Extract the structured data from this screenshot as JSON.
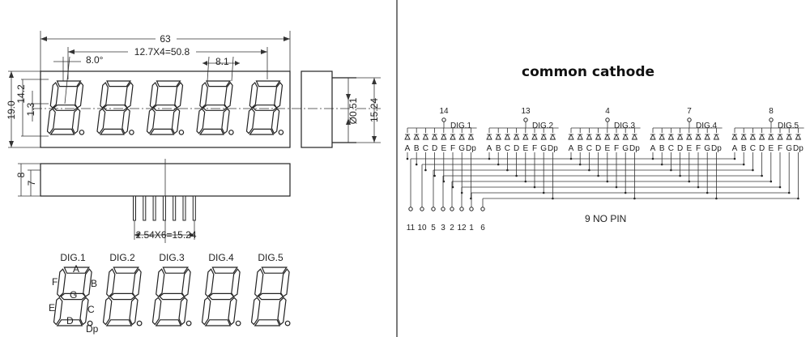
{
  "left": {
    "dims": {
      "overall_width": "63",
      "pitch": "12.7X4=50.8",
      "slant1": "8.0°",
      "slant2": "8.1",
      "height": "19.0",
      "digit_height": "14.2",
      "offset": "1.3",
      "pin_dia": "Ø0.51",
      "row_spacing": "15.24",
      "depth1": "8",
      "depth2": "7",
      "pin_pitch": "2.54X6=15.24"
    },
    "digit_labels": [
      "DIG.1",
      "DIG.2",
      "DIG.3",
      "DIG.4",
      "DIG.5"
    ],
    "segments": {
      "a": "A",
      "b": "B",
      "c": "C",
      "d": "D",
      "e": "E",
      "f": "F",
      "g": "G",
      "dp": "Dp"
    }
  },
  "right": {
    "title": "common cathode",
    "digits": [
      {
        "pin": "14",
        "label": "DIG.1"
      },
      {
        "pin": "13",
        "label": "DIG.2"
      },
      {
        "pin": "4",
        "label": "DIG.3"
      },
      {
        "pin": "7",
        "label": "DIG.4"
      },
      {
        "pin": "8",
        "label": "DIG.5"
      }
    ],
    "segment_names": [
      "A",
      "B",
      "C",
      "D",
      "E",
      "F",
      "G",
      "Dp"
    ],
    "segment_pins": [
      "11",
      "10",
      "5",
      "3",
      "2",
      "12",
      "1",
      "6"
    ],
    "no_pin_note": "9 NO PIN"
  }
}
